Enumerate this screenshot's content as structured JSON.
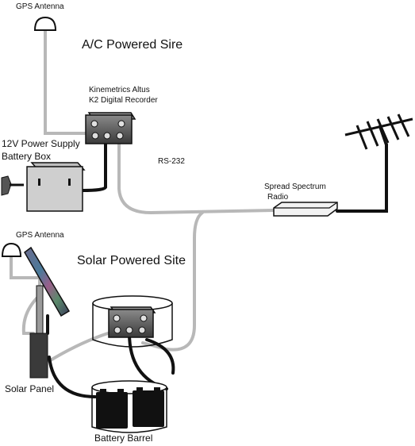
{
  "labels": {
    "gps_antenna_top": "GPS Antenna",
    "ac_title": "A/C Powered Sire",
    "k2_line1": "Kinemetrics Altus",
    "k2_line2": "K2 Digital Recorder",
    "power_line1": "12V Power Supply",
    "power_line2": "Battery Box",
    "rs232": "RS-232",
    "radio_line1": "Spread Spectrum",
    "radio_line2": "Radio",
    "gps_antenna_bottom": "GPS Antenna",
    "solar_title": "Solar Powered Site",
    "solar_panel": "Solar Panel",
    "battery_barrel": "Battery Barrel"
  },
  "icons": [
    "gps-antenna-icon",
    "recorder-icon",
    "battery-box-icon",
    "power-plug-icon",
    "radio-icon",
    "yagi-antenna-icon",
    "solar-panel-icon",
    "barrel-icon"
  ],
  "colors": {
    "cable_gray": "#b8b8b8",
    "cable_black": "#111111",
    "device_fill": "#cfcfcf",
    "device_dark": "#3a3a3a"
  }
}
